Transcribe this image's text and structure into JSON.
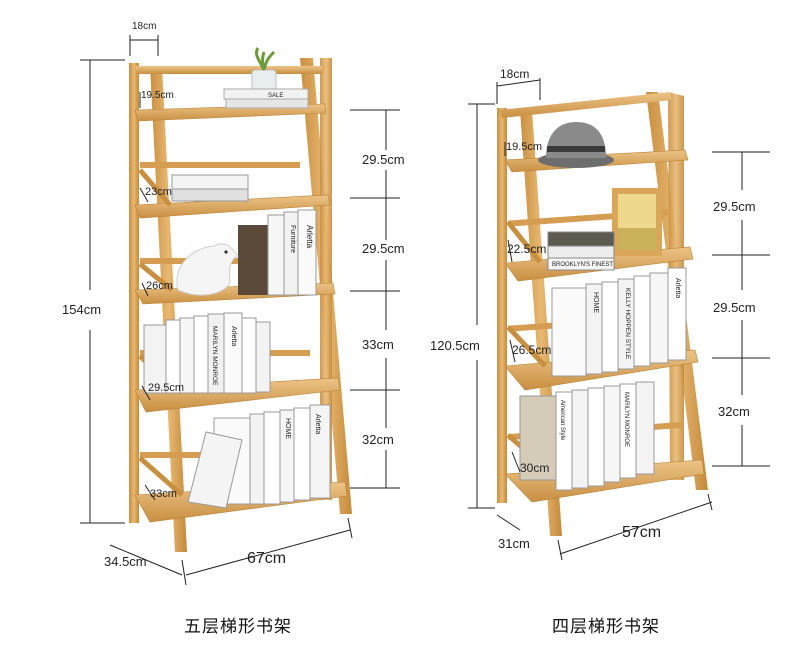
{
  "shelf_five": {
    "caption": "五层梯形书架",
    "total_height": "154cm",
    "base_depth": "34.5cm",
    "width": "67cm",
    "top_depth_label": "18cm",
    "tier_depths": [
      "19.5cm",
      "23cm",
      "26cm",
      "29.5cm",
      "33cm"
    ],
    "tier_spacings": [
      "29.5cm",
      "29.5cm",
      "33cm",
      "32cm"
    ]
  },
  "shelf_four": {
    "caption": "四层梯形书架",
    "total_height": "120.5cm",
    "base_depth": "31cm",
    "width": "57cm",
    "top_depth_label": "18cm",
    "tier_depths": [
      "19.5cm",
      "22.5cm",
      "26.5cm",
      "30cm"
    ],
    "tier_spacings": [
      "29.5cm",
      "29.5cm",
      "32cm"
    ]
  },
  "decor": {
    "book_titles": [
      "SALE",
      "BROOKLYN'S FINEST",
      "Arletta",
      "HOME",
      "Furniture",
      "MARILYN MONROE",
      "American Style",
      "KELLY HOPPEN STYLE"
    ]
  },
  "colors": {
    "bamboo": "#d9a65a",
    "bamboo_dark": "#b98336",
    "bamboo_light": "#eec58a",
    "dim_line": "#222222"
  }
}
